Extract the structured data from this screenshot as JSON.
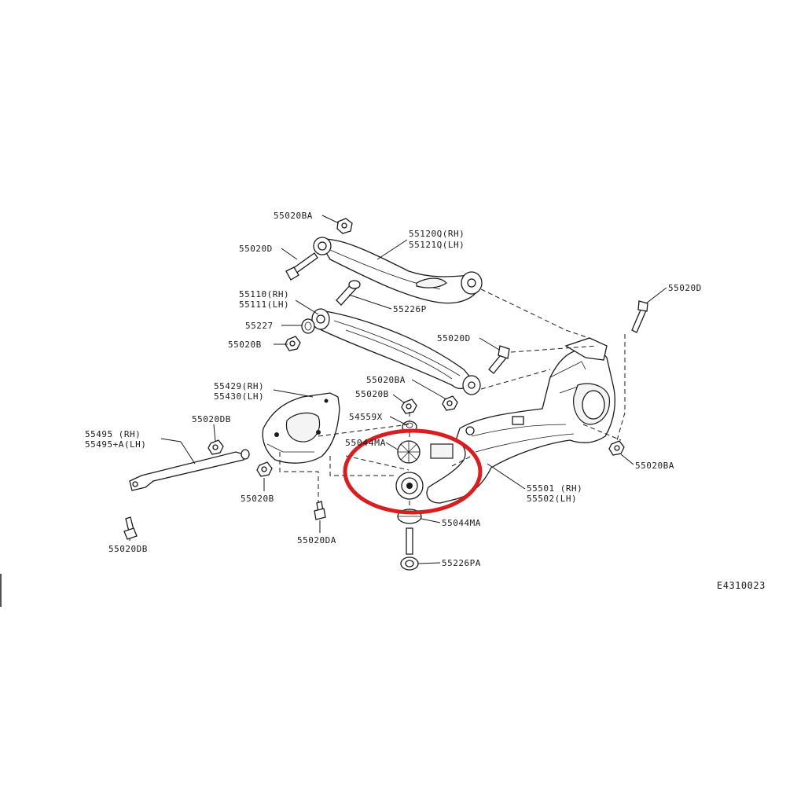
{
  "diagram": {
    "code": "E4310023",
    "labels": {
      "p55020BA_top": "55020BA",
      "p55120Q": "55120Q(RH)",
      "p55121Q": "55121Q(LH)",
      "p55020D_top": "55020D",
      "p55020D_right": "55020D",
      "p55110": "55110(RH)",
      "p55111": "55111(LH)",
      "p55226P": "55226P",
      "p55227": "55227",
      "p55020B_left": "55020B",
      "p55020D_mid": "55020D",
      "p55020BA_mid": "55020BA",
      "p55429": "55429(RH)",
      "p55430": "55430(LH)",
      "p55020B_mid": "55020B",
      "p54559X": "54559X",
      "p55044": "55044MA",
      "p55020DB_top": "55020DB",
      "p55495": "55495  (RH)",
      "p55495A": "55495+A(LH)",
      "p55020B_low": "55020B",
      "p55020DA": "55020DA",
      "p55020DB_low": "55020DB",
      "p55501": "55501 (RH)",
      "p55502": "55502(LH)",
      "p55044MA": "55044MA",
      "p55226PA": "55226PA",
      "p55020BA_right": "55020BA"
    },
    "highlight_color": "#d81e1e"
  }
}
